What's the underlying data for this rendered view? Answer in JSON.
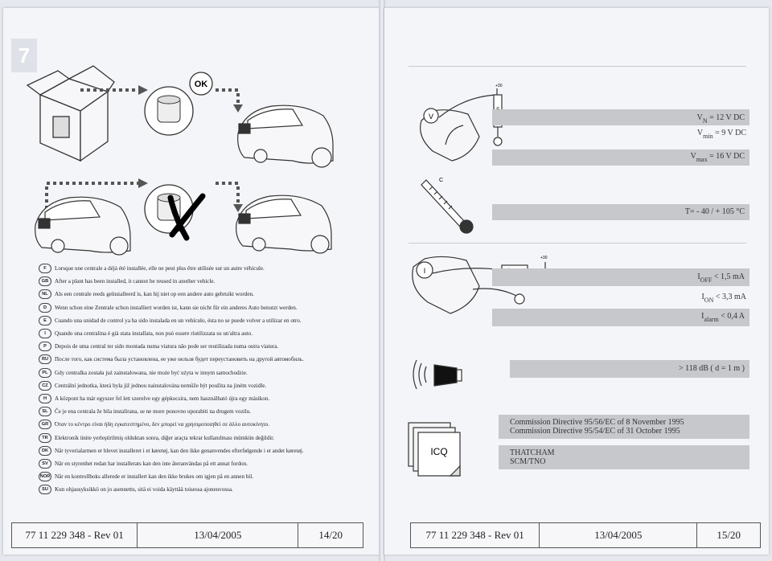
{
  "left_page": {
    "step_number": "7",
    "ok_label": "OK",
    "languages": [
      {
        "code": "F",
        "text": "Lorsque une centrale a déjà été installée, elle ne peut plus être utilisée sur un autre véhicule."
      },
      {
        "code": "GB",
        "text": "After a plant has been installed, it cannot be reused in another vehicle."
      },
      {
        "code": "NL",
        "text": "Als een centrale reeds geïnstalleerd is, kan hij niet op een andere auto gebruikt worden."
      },
      {
        "code": "D",
        "text": "Wenn schon eine Zentrale schon installiert worden ist, kann sie nicht für ein anderes Auto benutzt werden."
      },
      {
        "code": "E",
        "text": "Cuando una unidad de control ya ha sido instalada en un vehículo, ésta no se puede volver a utilizar en otro."
      },
      {
        "code": "I",
        "text": "Quando una centralina è già stata installata, non può essere riutilizzata su un'altra auto."
      },
      {
        "code": "P",
        "text": "Depois de uma central ter sido montada numa viatura não pode ser reutilizada numa outra viatura."
      },
      {
        "code": "RU",
        "text": "После того, как система была установлена, ее уже нельзя будет переустановить на другой автомобиль."
      },
      {
        "code": "PL",
        "text": "Gdy centralka została już zainstalowana, nie może być użyta w innym samochodzie."
      },
      {
        "code": "CZ",
        "text": "Centrální jednotka, která byla již jednou nainstalována nemůže být použita na jiném vozidle."
      },
      {
        "code": "H",
        "text": "A központ ha már egyszer fel lett szerelve egy gépkocsira, nem használható újra egy másikon."
      },
      {
        "code": "SL",
        "text": "Če je ena centrala že bila instalirana, se ne more ponovno uporabiti na drugem vozilu."
      },
      {
        "code": "GR",
        "text": "Όταν το κέντρο είναι ήδη εγκατεστημένο, δεν μπορεί να χρησιμοποιηθεί σε άλλο αυτοκίνητο."
      },
      {
        "code": "TR",
        "text": "Elektronik ünite yerleştirilmiş olduktan sonra, diğer araçta tekrar kullanılması mümkün değildir."
      },
      {
        "code": "DK",
        "text": "Når tyverialarmen er blevet installeret i et køretøj, kan den ikke genanvendes efterfølgende i et andet køretøj."
      },
      {
        "code": "SV",
        "text": "När en styrenhet redan har installerats kan den inte återanvändas på ett annat fordon."
      },
      {
        "code": "NOR",
        "text": "Når en kontrollboks allerede er installert kan den ikke brukes om igjen på en annen bil."
      },
      {
        "code": "SU",
        "text": "Kun ohjausyksikkö on jo asennettu, sitä ei voida käyttää toisessa ajoneuvossa."
      }
    ],
    "footer": {
      "ref": "77 11 229 348 - Rev 01",
      "date": "13/04/2005",
      "page": "14/20"
    }
  },
  "right_page": {
    "plus30_a": "+30",
    "alarm_a": "alarm",
    "v_letter": "V",
    "volt": {
      "vn": {
        "sym": "V",
        "sub": "N",
        "val": "= 12 V DC"
      },
      "vmin": {
        "sym": "V",
        "sub": "min",
        "val": "= 9 V DC"
      },
      "vmax": {
        "sym": "V",
        "sub": "max",
        "val": "= 16 V DC"
      }
    },
    "thermo_c": "C",
    "temp": "T= - 40 / + 105 °C",
    "plus30_b": "+30",
    "alarm_b": "alarm",
    "i_letter": "I",
    "current": {
      "ioff": {
        "sym": "I",
        "sub": "OFF",
        "val": "< 1,5 mA"
      },
      "ion": {
        "sym": "I",
        "sub": "ON",
        "val": "< 3,3 mA"
      },
      "ialarm": {
        "sym": "I",
        "sub": "alarm",
        "val": "< 0,4 A"
      }
    },
    "sound": "> 118 dB ( d = 1 m )",
    "icq": "ICQ",
    "directives": [
      "Commission Directive 95/56/EC of 8 November 1995",
      "Commission Directive 95/54/EC of 31 October 1995"
    ],
    "certs": [
      "THATCHAM",
      "SCM/TNO"
    ],
    "footer": {
      "ref": "77 11 229 348 - Rev 01",
      "date": "13/04/2005",
      "page": "15/20"
    }
  }
}
